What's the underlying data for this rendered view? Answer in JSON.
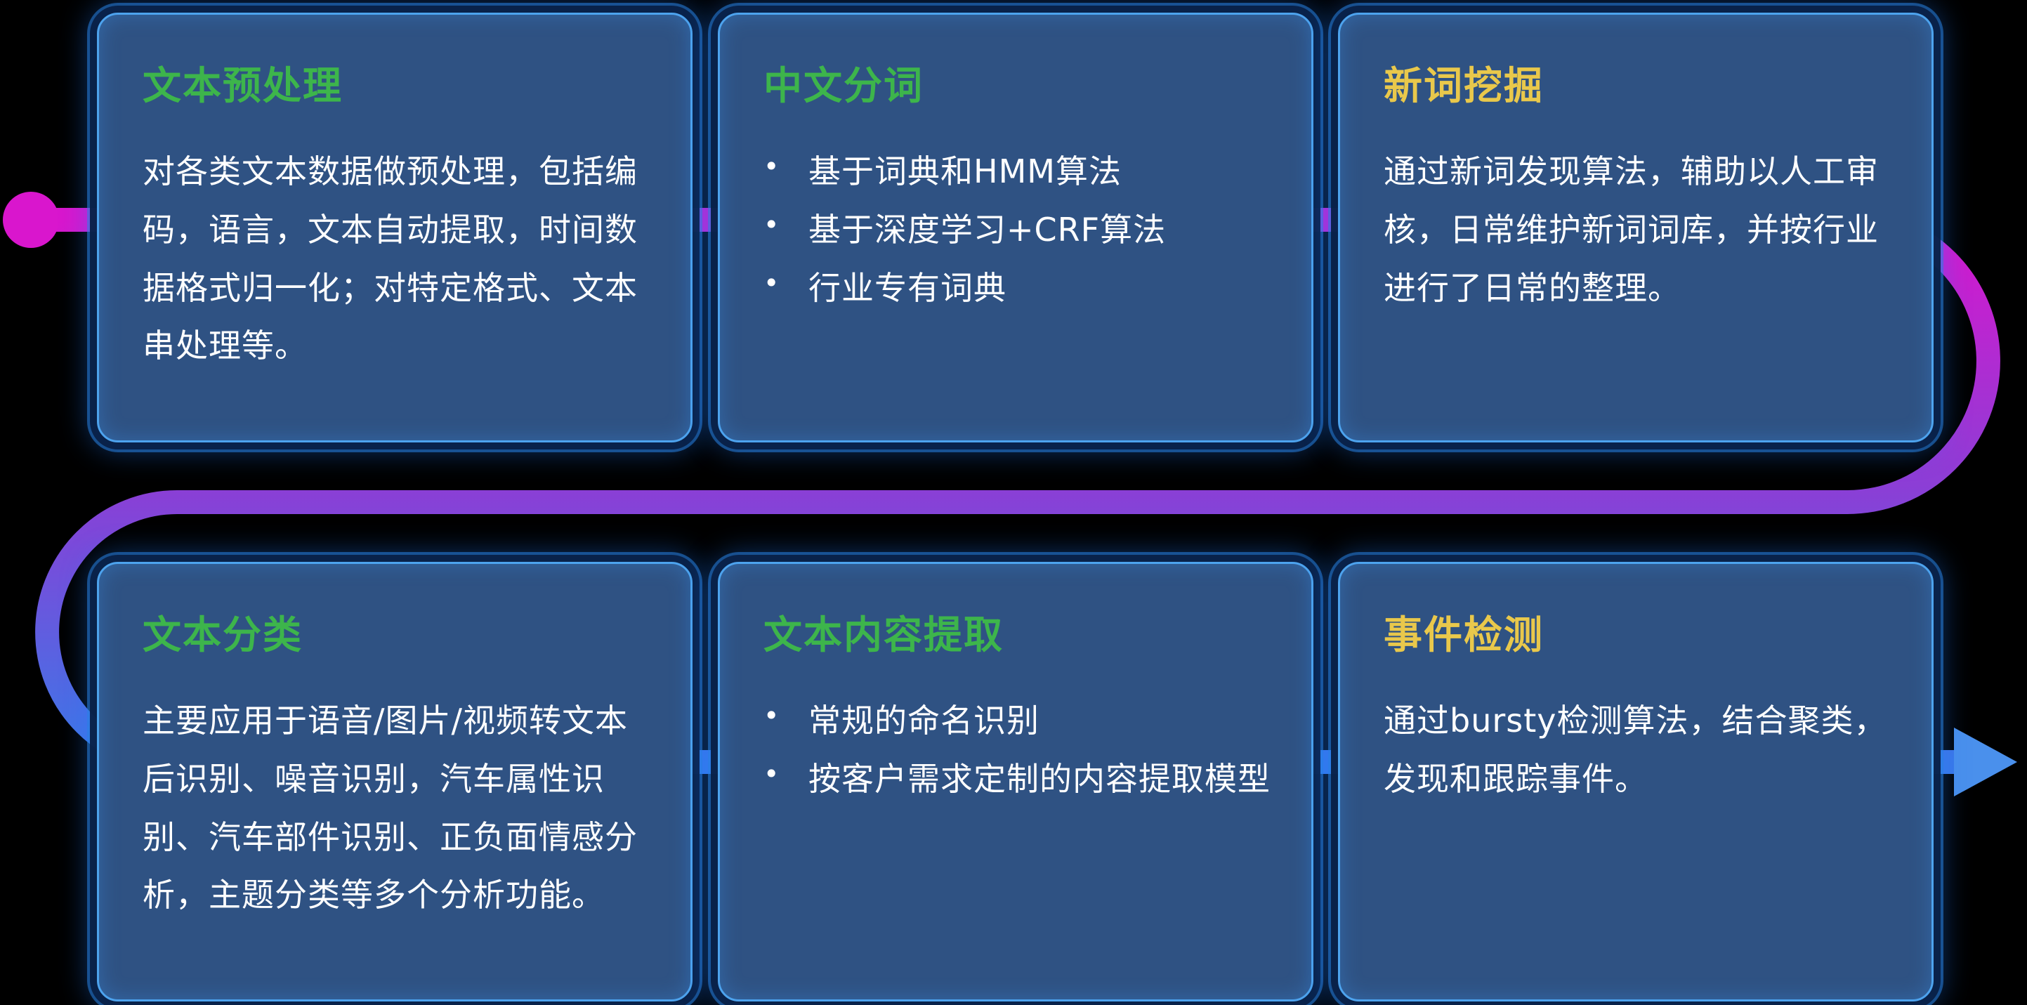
{
  "page": {
    "background_color": "#000000",
    "card_fill_color": "#2f5283",
    "card_border_color": "#4da3ee",
    "body_text_color": "#ffffff"
  },
  "flow": {
    "start_dot_color": "#d916cd",
    "row1_line_color": "#d916cd",
    "middle_line_color": "#8a3fd6",
    "row2_line_color": "#3a79e8",
    "arrow_color": "#4a90ec"
  },
  "bullet_glyph": "•",
  "cards": [
    {
      "title": "文本预处理",
      "title_color": "#3db54b",
      "body": "对各类文本数据做预处理，包括编码，语言，文本自动提取，时间数据格式归一化；对特定格式、文本串处理等。"
    },
    {
      "title": "中文分词",
      "title_color": "#3db54b",
      "bullets": [
        "基于词典和HMM算法",
        "基于深度学习+CRF算法",
        "行业专有词典"
      ]
    },
    {
      "title": "新词挖掘",
      "title_color": "#e9c84b",
      "body": "通过新词发现算法，辅助以人工审核，日常维护新词词库，并按行业进行了日常的整理。"
    },
    {
      "title": "文本分类",
      "title_color": "#3db54b",
      "body": "主要应用于语音/图片/视频转文本后识别、噪音识别，汽车属性识别、汽车部件识别、正负面情感分析，主题分类等多个分析功能。"
    },
    {
      "title": "文本内容提取",
      "title_color": "#3db54b",
      "bullets": [
        "常规的命名识别",
        "按客户需求定制的内容提取模型"
      ]
    },
    {
      "title": "事件检测",
      "title_color": "#e9c84b",
      "body": "通过bursty检测算法，结合聚类，发现和跟踪事件。"
    }
  ]
}
